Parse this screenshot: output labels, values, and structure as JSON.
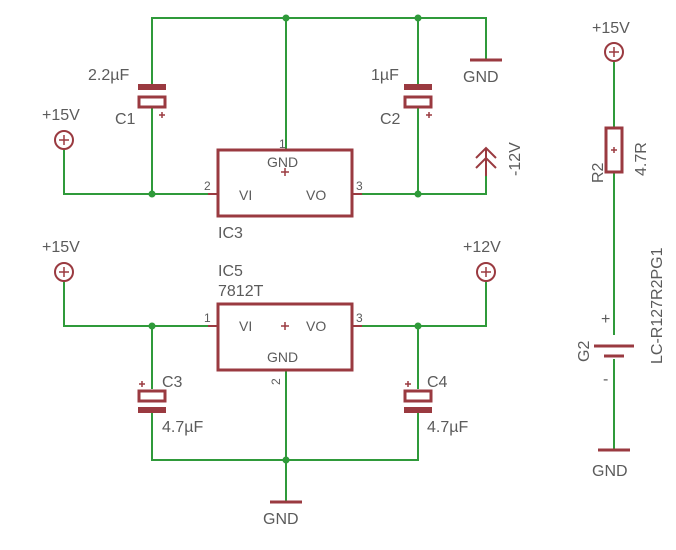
{
  "labels": {
    "ic3_gnd": "GND",
    "ic3_vi": "VI",
    "ic3_vo": "VO",
    "ic3_name": "IC3",
    "ic5_name": "IC5",
    "ic5_value": "7812T",
    "ic5_vi": "VI",
    "ic5_vo": "VO",
    "ic5_gnd": "GND",
    "c1_value": "2.2µF",
    "c1_name": "C1",
    "c2_value": "1µF",
    "c2_name": "C2",
    "c3_name": "C3",
    "c3_value": "4.7µF",
    "c4_name": "C4",
    "c4_value": "4.7µF",
    "gnd_top": "GND",
    "gnd_bottom": "GND",
    "gnd_right": "GND",
    "neg12": "-12V",
    "plus15_top": "+15V",
    "plus15_mid": "+15V",
    "plus12": "+12V",
    "plus15_right": "+15V",
    "r2_name": "R2",
    "r2_value": "4.7R",
    "g2_name": "G2",
    "g2_value": "LC-R127R2PG1",
    "pin_ic3_1": "1",
    "pin_ic3_2": "2",
    "pin_ic3_3": "3",
    "pin_ic5_1": "1",
    "pin_ic5_2": "2",
    "pin_ic5_3": "3",
    "bat_plus": "+",
    "bat_minus": "-"
  }
}
